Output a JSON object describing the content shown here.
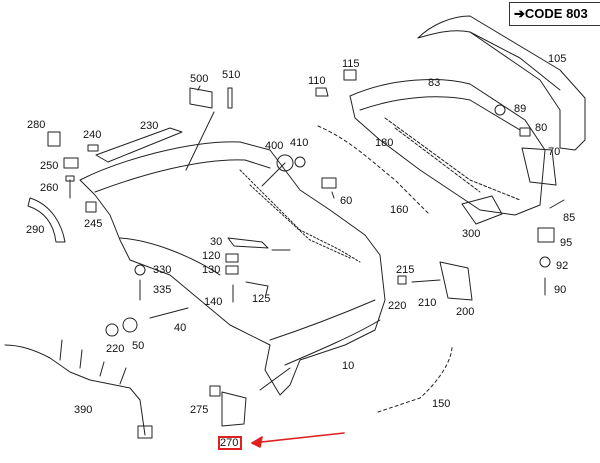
{
  "code_label": {
    "arrow": "➔",
    "text": "CODE 803"
  },
  "parts": {
    "p10": "10",
    "p30": "30",
    "p40": "40",
    "p50": "50",
    "p60": "60",
    "p70": "70",
    "p80": "80",
    "p83": "83",
    "p85": "85",
    "p89": "89",
    "p90": "90",
    "p92": "92",
    "p95": "95",
    "p105": "105",
    "p110": "110",
    "p115": "115",
    "p120": "120",
    "p125": "125",
    "p130": "130",
    "p140": "140",
    "p150": "150",
    "p160": "160",
    "p180": "180",
    "p200": "200",
    "p210": "210",
    "p215": "215",
    "p220a": "220",
    "p220b": "220",
    "p230": "230",
    "p240": "240",
    "p245": "245",
    "p250": "250",
    "p260": "260",
    "p270": "270",
    "p275": "275",
    "p280": "280",
    "p290": "290",
    "p300": "300",
    "p330": "330",
    "p335": "335",
    "p390": "390",
    "p400": "400",
    "p410": "410",
    "p500": "500",
    "p510": "510"
  },
  "highlight": {
    "part": "270",
    "color": "#e02020"
  }
}
